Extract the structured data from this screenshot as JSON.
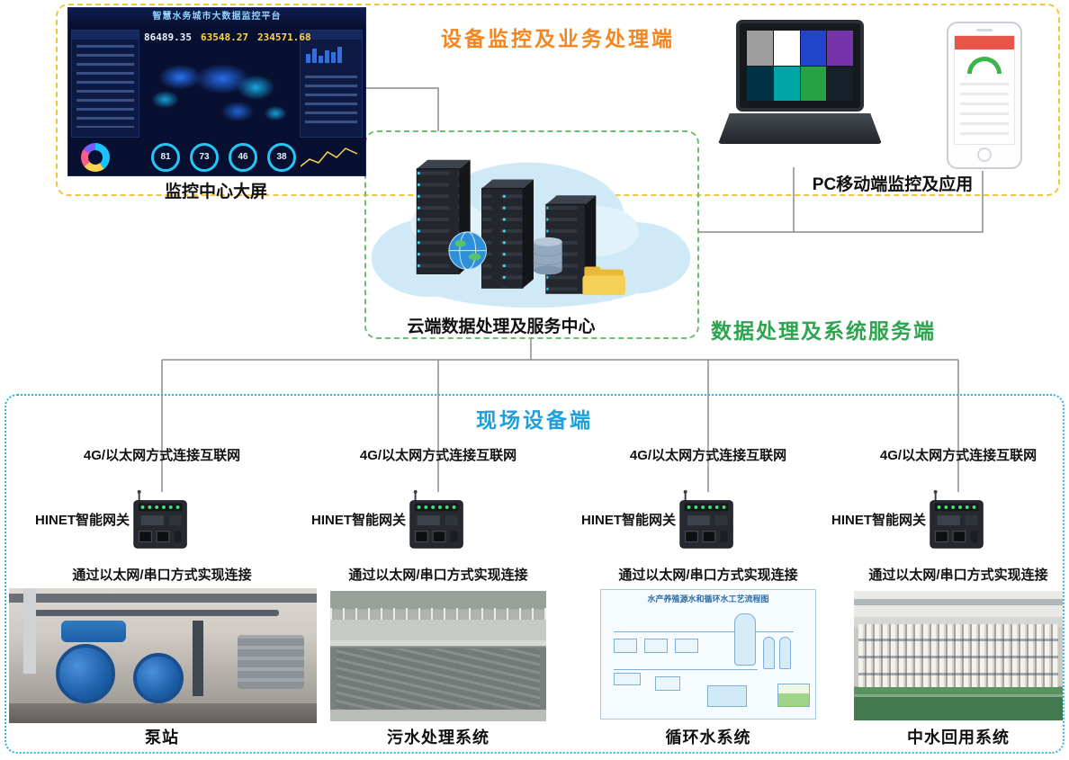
{
  "zones": {
    "monitor_title": "设备监控及业务处理端",
    "service_title": "数据处理及系统服务端",
    "field_title": "现场设备端"
  },
  "monitor": {
    "dashboard_title": "智慧水务城市大数据监控平台",
    "dashboard_caption": "监控中心大屏",
    "dashboard_stats": [
      "86489.35",
      "63548.27",
      "234571.68"
    ],
    "dashboard_rings": [
      "81",
      "73",
      "46",
      "38"
    ],
    "pc_caption": "PC移动端监控及应用"
  },
  "cloud": {
    "caption": "云端数据处理及服务中心"
  },
  "field": {
    "columns": [
      {
        "connect": "4G/以太网方式连接互联网",
        "gateway": "HINET智能网关",
        "link": "通过以太网/串口方式实现连接",
        "device": "泵站"
      },
      {
        "connect": "4G/以太网方式连接互联网",
        "gateway": "HINET智能网关",
        "link": "通过以太网/串口方式实现连接",
        "device": "污水处理系统"
      },
      {
        "connect": "4G/以太网方式连接互联网",
        "gateway": "HINET智能网关",
        "link": "通过以太网/串口方式实现连接",
        "device": "循环水系统",
        "photo_title": "水产养殖源水和循环水工艺流程图"
      },
      {
        "connect": "4G/以太网方式连接互联网",
        "gateway": "HINET智能网关",
        "link": "通过以太网/串口方式实现连接",
        "device": "中水回用系统"
      }
    ]
  },
  "colors": {
    "monitor_border": "#f0c63f",
    "monitor_title": "#f5851f",
    "service_border": "#6cc06c",
    "service_title": "#2da44e",
    "field_border": "#2bb1e8",
    "field_title": "#1e9fd9"
  }
}
